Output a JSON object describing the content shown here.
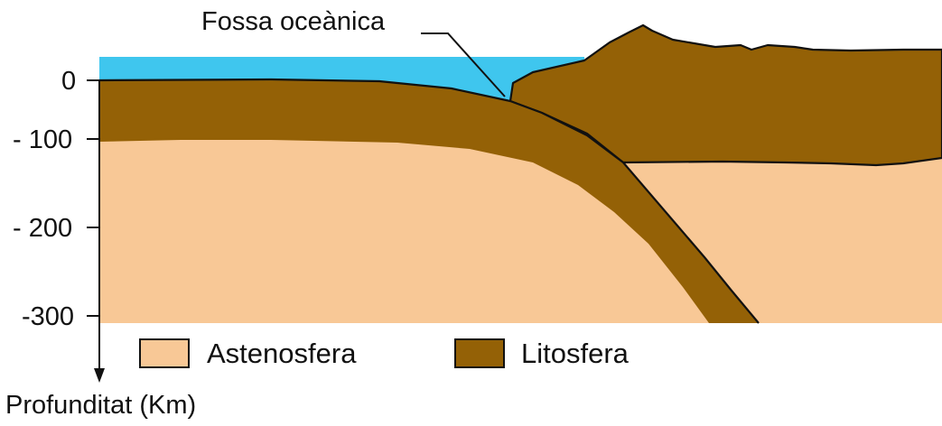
{
  "callout": {
    "label": "Fossa oceànica"
  },
  "axis": {
    "title": "Profunditat (Km)",
    "ticks": [
      "0",
      "- 100",
      "- 200",
      "-300"
    ]
  },
  "legend": [
    {
      "label": "Astenosfera",
      "color": "#f8c896"
    },
    {
      "label": "Litosfera",
      "color": "#946106"
    }
  ],
  "colors": {
    "ocean": "#3fc6ee",
    "asthenosphere": "#f8c896",
    "lithosphere": "#946106",
    "outline": "#111111"
  }
}
